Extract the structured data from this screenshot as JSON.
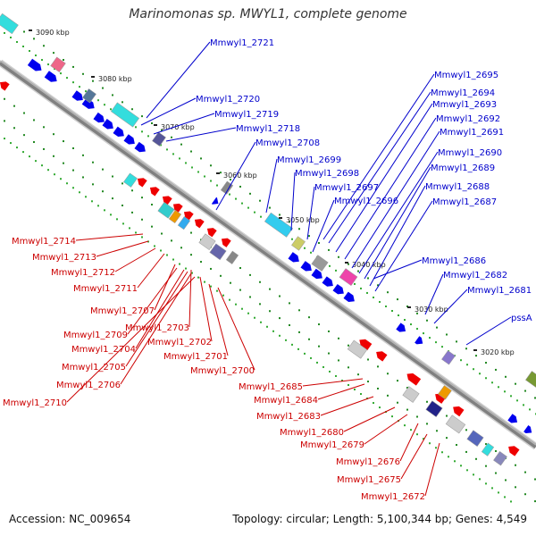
{
  "header": {
    "title": "Marinomonas sp. MWYL1, complete genome"
  },
  "footer": {
    "accession": "Accession: NC_009654",
    "summary": "Topology: circular; Length: 5,100,344 bp; Genes: 4,549"
  },
  "colors": {
    "forward_labels": "#0000cc",
    "reverse_labels": "#cc0000",
    "backbone": "#808080"
  },
  "scale_ticks": [
    "3090 kbp",
    "3080 kbp",
    "3070 kbp",
    "3060 kbp",
    "3050 kbp",
    "3040 kbp",
    "3030 kbp",
    "3020 kbp"
  ],
  "forward_labels": [
    "Mmwyl1_2721",
    "Mmwyl1_2720",
    "Mmwyl1_2719",
    "Mmwyl1_2718",
    "Mmwyl1_2708",
    "Mmwyl1_2699",
    "Mmwyl1_2698",
    "Mmwyl1_2697",
    "Mmwyl1_2696",
    "Mmwyl1_2695",
    "Mmwyl1_2694",
    "Mmwyl1_2693",
    "Mmwyl1_2692",
    "Mmwyl1_2691",
    "Mmwyl1_2690",
    "Mmwyl1_2689",
    "Mmwyl1_2688",
    "Mmwyl1_2687",
    "Mmwyl1_2686",
    "Mmwyl1_2682",
    "Mmwyl1_2681",
    "pssA"
  ],
  "reverse_labels": [
    "Mmwyl1_2714",
    "Mmwyl1_2713",
    "Mmwyl1_2712",
    "Mmwyl1_2711",
    "Mmwyl1_2707",
    "Mmwyl1_2709",
    "Mmwyl1_2703",
    "Mmwyl1_2704",
    "Mmwyl1_2702",
    "Mmwyl1_2705",
    "Mmwyl1_2701",
    "Mmwyl1_2706",
    "Mmwyl1_2700",
    "Mmwyl1_2710",
    "Mmwyl1_2685",
    "Mmwyl1_2684",
    "Mmwyl1_2683",
    "Mmwyl1_2680",
    "Mmwyl1_2679",
    "Mmwyl1_2676",
    "Mmwyl1_2675",
    "Mmwyl1_2672"
  ]
}
